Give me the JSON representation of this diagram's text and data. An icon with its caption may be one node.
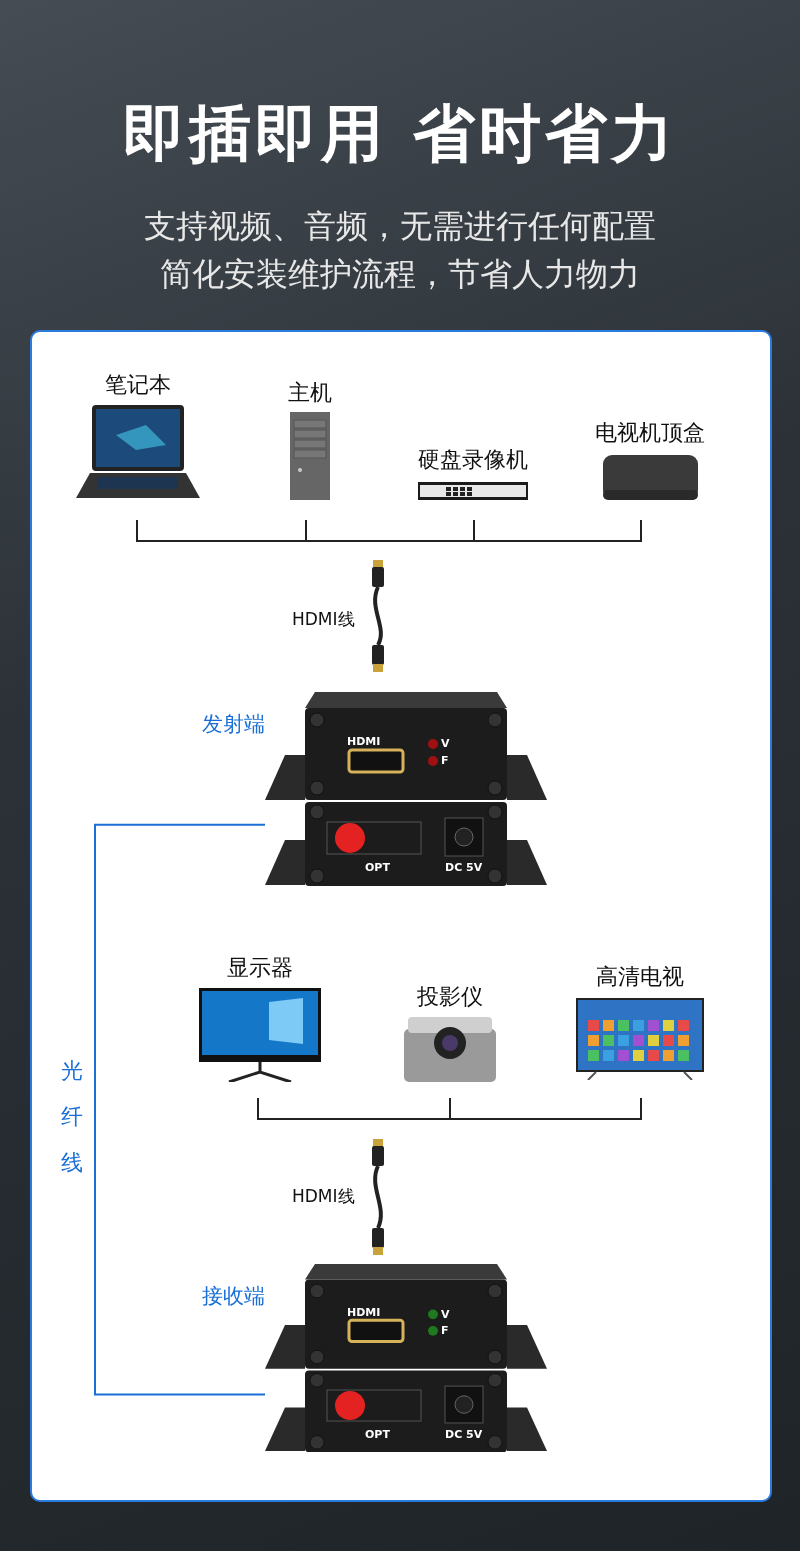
{
  "diagram": {
    "title": "即插即用 省时省力",
    "nodes": [
      {
        "text": [
          "笔记本"
        ]
      },
      {
        "text": [
          "主机"
        ]
      },
      {
        "text": [
          "硬盘录像机"
        ]
      },
      {
        "text": [
          "电视机顶盒"
        ]
      },
      {
        "text": [],
        "shape": "picture",
        "beside": [
          "HDMI线"
        ]
      },
      {
        "text": [
          "HDMI",
          "V",
          "F",
          "OPT",
          "DC 5V"
        ],
        "beside": [
          "发射端"
        ]
      },
      {
        "text": [
          "显示器"
        ]
      },
      {
        "text": [
          "投影仪"
        ]
      },
      {
        "text": [
          "高清电视"
        ]
      },
      {
        "text": [],
        "shape": "picture",
        "beside": [
          "HDMI线"
        ]
      },
      {
        "text": [
          "HDMI",
          "V",
          "F",
          "OPT",
          "DC 5V"
        ],
        "beside": [
          "接收端"
        ]
      }
    ],
    "edges": [
      {
        "from": 0,
        "to": 1,
        "arrow": "none"
      },
      {
        "from": 1,
        "to": 2,
        "arrow": "none"
      },
      {
        "from": 2,
        "to": 3,
        "arrow": "none"
      },
      {
        "from": 5,
        "to": 10,
        "arrow": "none",
        "label": "光纤线",
        "color": "#1a6fd6"
      },
      {
        "from": 6,
        "to": 7,
        "arrow": "none"
      },
      {
        "from": 7,
        "to": 8,
        "arrow": "none"
      }
    ],
    "labels": [
      "支持视频、音频，无需进行任何配置",
      "简化安装维护流程，节省人力物力"
    ]
  }
}
